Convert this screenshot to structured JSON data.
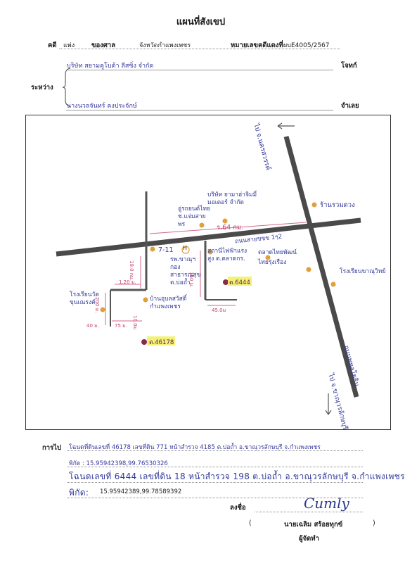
{
  "header": {
    "title": "แผนที่สังเขป"
  },
  "case": {
    "label_case": "คดี",
    "case_type": "แพ่ง",
    "label_court": "ของศาล",
    "court": "จังหวัดกำแพงเพชร",
    "label_number": "หมายเลขคดีแดงที่",
    "number": "ผบE4005/2567"
  },
  "parties": {
    "between_label": "ระหว่าง",
    "plaintiff": "บริษัท สยามคูโบต้า ลีสซิ่ง จำกัด",
    "plaintiff_role": "โจทก์",
    "defendant": "นางนวลจันทร์ คงประจักษ์",
    "defendant_role": "จำเลย"
  },
  "map": {
    "to_north": "ไป จ.นครสวรรค์",
    "to_south": "ไป จ.ขาณุวรลักษบุรี",
    "highway": "ถนนพหลโยธิน",
    "road_main": "ถนนสายขขข 1ๆ2",
    "dist_top": "ร.64 กม.",
    "shop1": "อู่รถยนต์ไทย ช.แจ่มสายพร",
    "shop2": "บริษัท ยามาฮ่าจิมมี่ มอเตอร์ จำกัด",
    "h_label": "H",
    "hospital": "รพ.ขาณุฯ กองสาธารณสุข ต.บ่อถ้ำ",
    "seven": "7-11",
    "gas": "สถานีไฟฟ้าแรงสูง ต.ตลาดกร.",
    "shop_right": "ตลาดไทยพัฒน์ ไทยรุ่งเรือง",
    "school": "โรงเรียนขาณุวิทย์",
    "shop_top_right": "ร้านรวมดวง",
    "temple": "โรงเรียนวัด ขุนเณรงค์",
    "office": "บ้านอุบลสวัสดิ์ กำแพงเพชร",
    "d1": "19.0 กม.",
    "d2": "1.20 ม.",
    "d3": "150 ม.",
    "d4": "200 ม.",
    "d5": "10.0ม",
    "d6": "75 ม.",
    "d7": "40 ม.",
    "d8": "45.0ม",
    "marker_a": "ต.6444",
    "marker_b": "ต.46178"
  },
  "footer": {
    "goto_label": "การไป",
    "line1": "โฉนดที่ดินเลขที่ 46178 เลขที่ดิน 771 หน้าสำรวจ 4185 ต.บ่อถ้ำ อ.ขาณุวรลักษบุรี จ.กำแพงเพชร",
    "coord1": "พิกัด : 15.95942398,99.76530326",
    "line2": "โฉนดเลขที่ 6444 เลขที่ดิน 18 หน้าสำรวจ 198 ต.บ่อถ้ำ อ.ขาณุวรลักษบุรี จ.กำแพงเพชร",
    "coord_label": "พิกัด:",
    "coord2": "15.95942389,99.78589392",
    "sign_label": "ลงชื่อ",
    "signature": "Cumly",
    "paren_open": "(",
    "signer": "นายเฉลิม สร้อยทุกข์",
    "paren_close": ")",
    "signer_role": "ผู้จัดทำ"
  }
}
